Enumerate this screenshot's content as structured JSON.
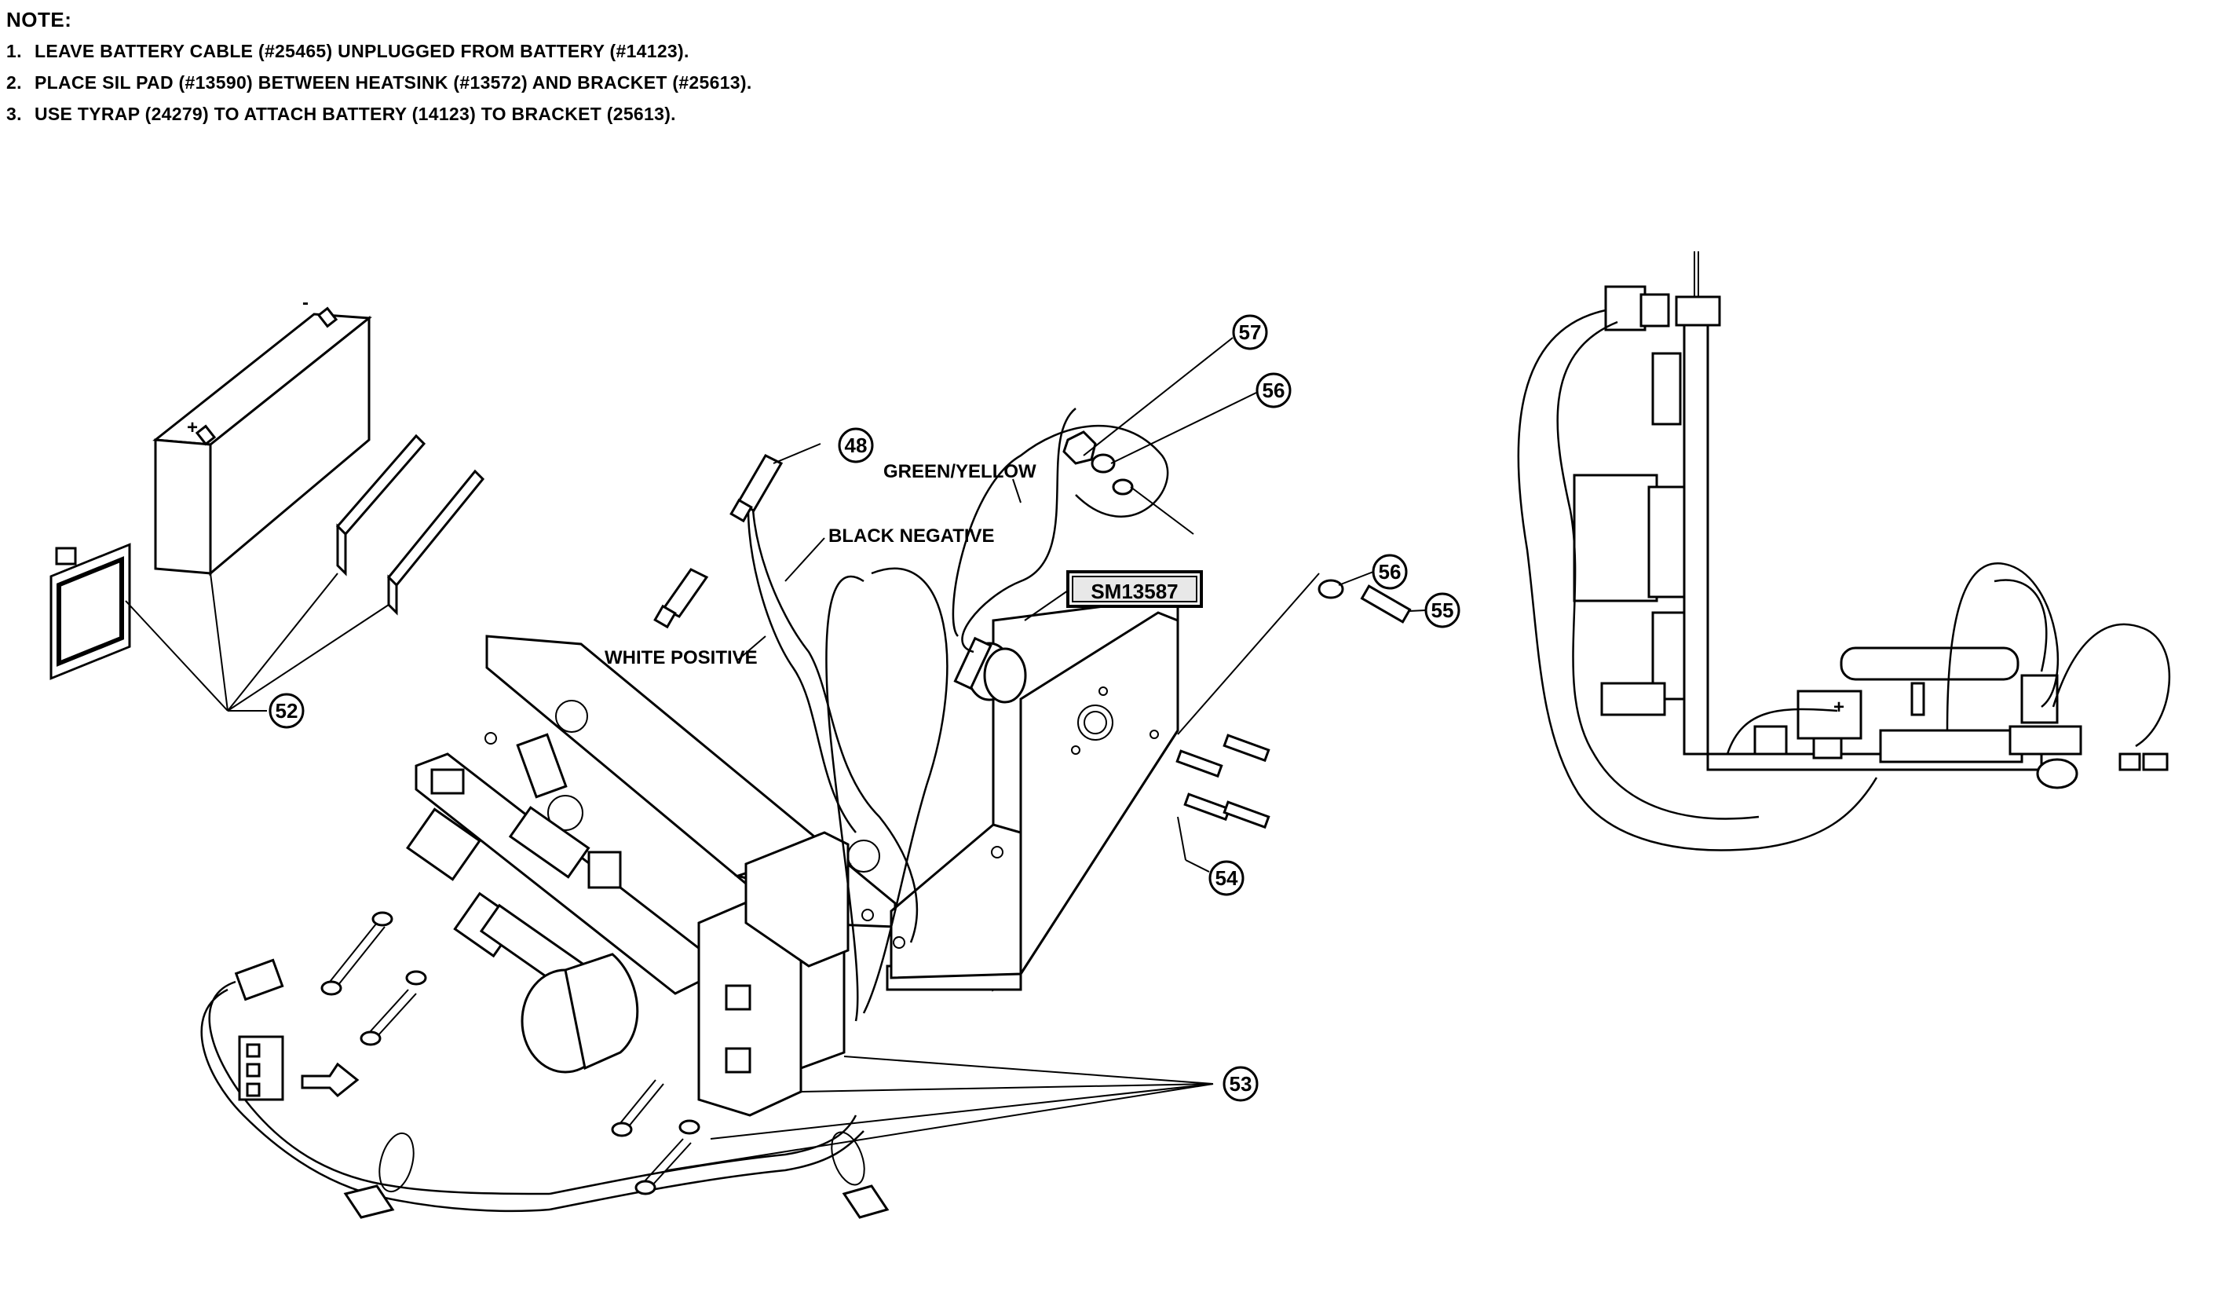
{
  "notes": {
    "title": "NOTE:",
    "items": [
      {
        "num": "1.",
        "text": "LEAVE BATTERY CABLE (#25465) UNPLUGGED FROM BATTERY (#14123)."
      },
      {
        "num": "2.",
        "text": "PLACE SIL PAD (#13590) BETWEEN HEATSINK (#13572) AND BRACKET (#25613)."
      },
      {
        "num": "3.",
        "text": "USE TYRAP (24279) TO ATTACH BATTERY (14123) TO  BRACKET (25613)."
      }
    ]
  },
  "labels": {
    "green_yellow": "GREEN/YELLOW",
    "black_negative": "BLACK  NEGATIVE",
    "white_positive": "WHITE POSITIVE",
    "part_box": "SM13587",
    "battery_minus": "-",
    "battery_plus": "+",
    "side_plus": "+"
  },
  "callouts": {
    "c48": "48",
    "c52": "52",
    "c53": "53",
    "c54": "54",
    "c55": "55",
    "c56a": "56",
    "c56b": "56",
    "c57": "57"
  }
}
